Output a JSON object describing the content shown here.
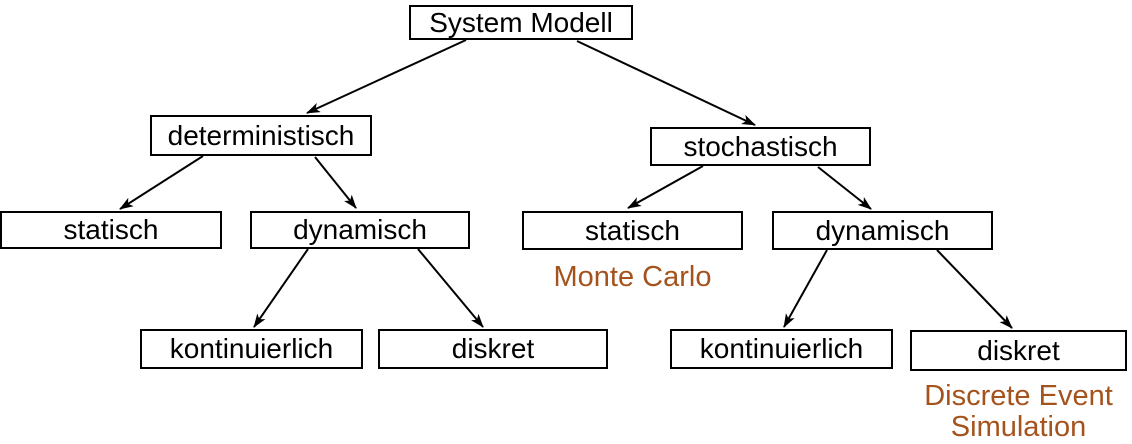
{
  "diagram": {
    "nodes": {
      "root": "System Modell",
      "deterministisch": "deterministisch",
      "stochastisch": "stochastisch",
      "det_statisch": "statisch",
      "det_dynamisch": "dynamisch",
      "stoch_statisch": "statisch",
      "stoch_dynamisch": "dynamisch",
      "det_kontinuierlich": "kontinuierlich",
      "det_diskret": "diskret",
      "stoch_kontinuierlich": "kontinuierlich",
      "stoch_diskret": "diskret"
    },
    "annotations": {
      "monte_carlo": "Monte Carlo",
      "discrete_event": "Discrete Event\nSimulation"
    },
    "colors": {
      "background": "#FFFFFF",
      "node_border": "#000000",
      "node_text": "#000000",
      "arrow": "#000000",
      "annotation_text": "#A5531D"
    }
  }
}
